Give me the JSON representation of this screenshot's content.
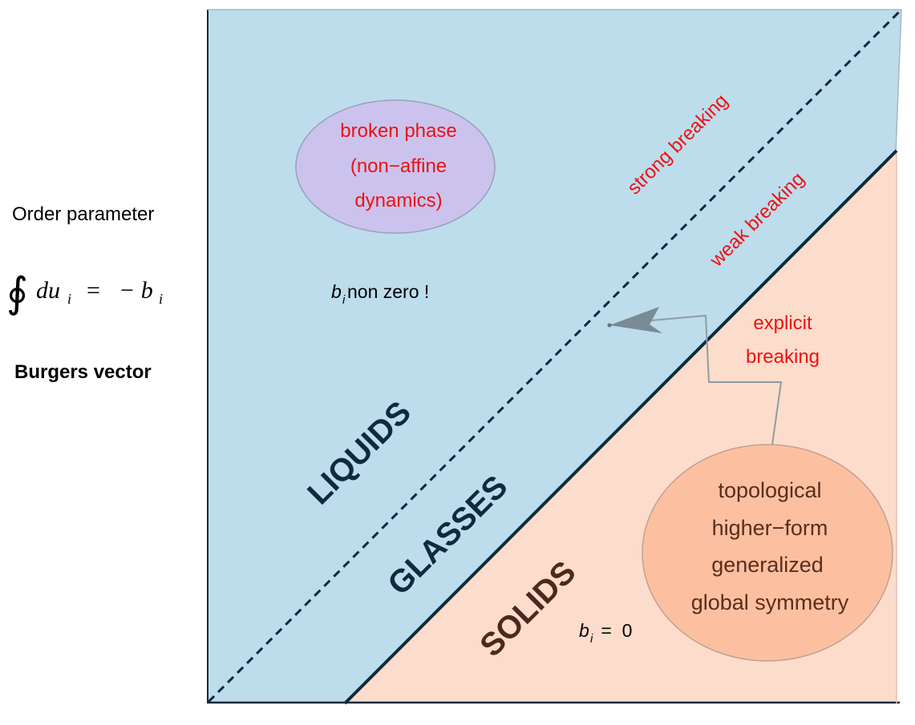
{
  "sidebar": {
    "order_parameter_label": "Order parameter",
    "equation": {
      "integral": "∮",
      "lhs": "du",
      "lhs_sub": "i",
      "eq": "=",
      "rhs": "− b",
      "rhs_sub": "i"
    },
    "burgers_label": "Burgers vector"
  },
  "regions": {
    "liquids": "LIQUIDS",
    "glasses": "GLASSES",
    "solids": "SOLIDS"
  },
  "lines": {
    "strong_breaking": "strong breaking",
    "weak_breaking": "weak breaking"
  },
  "annotations": {
    "explicit_breaking_line1": "explicit",
    "explicit_breaking_line2": "breaking",
    "b_nonzero": {
      "b": "b",
      "sub": "i",
      "rest": " non zero !"
    },
    "b_zero": {
      "b": "b",
      "sub": "i",
      "rest": " =  0"
    }
  },
  "broken_phase": {
    "line1": "broken phase",
    "line2": "(non−affine",
    "line3": "dynamics)"
  },
  "topological": {
    "line1": "topological",
    "line2": "higher−form",
    "line3": "generalized",
    "line4": "global symmetry"
  },
  "colors": {
    "blue_region": "#bddcec",
    "salmon_region": "#fcdccb",
    "purple_bubble": "#cbc3ee",
    "orange_bubble": "#fcc0a1",
    "dark_navy": "#0f2a3c",
    "red_text": "#ee1111",
    "arrow": "#798b94"
  }
}
